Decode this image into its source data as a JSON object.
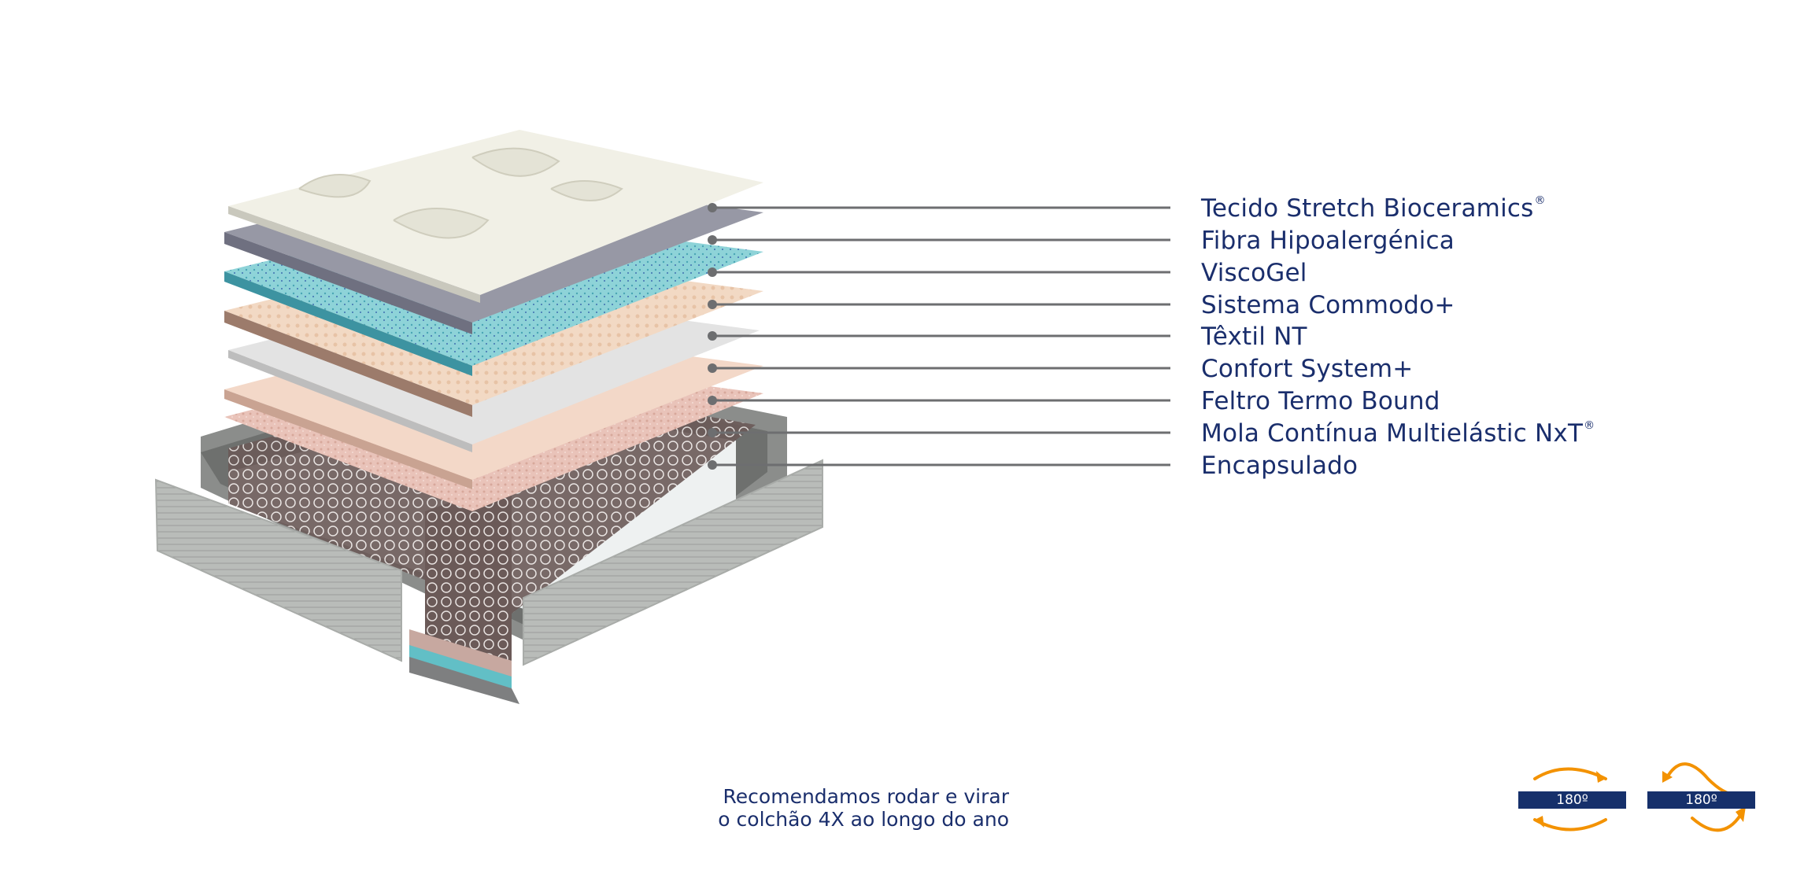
{
  "colors": {
    "label_text": "#1a2e6c",
    "leader_line": "#6d6e70",
    "rotation_tag": "#16306b",
    "rotation_arrow": "#f39200"
  },
  "layers": [
    {
      "name": "Tecido Stretch Bioceramics",
      "mark": "®"
    },
    {
      "name": "Fibra Hipoalergénica",
      "mark": ""
    },
    {
      "name": "ViscoGel",
      "mark": ""
    },
    {
      "name": "Sistema Commodo+",
      "mark": ""
    },
    {
      "name": "Têxtil NT",
      "mark": ""
    },
    {
      "name": "Confort System+",
      "mark": ""
    },
    {
      "name": "Feltro Termo Bound",
      "mark": ""
    },
    {
      "name": "Mola Contínua Multielástic NxT",
      "mark": "®"
    },
    {
      "name": "Encapsulado",
      "mark": ""
    }
  ],
  "recommendation": {
    "line1": "Recomendamos rodar e virar",
    "line2": "o colchão 4X ao longo do ano"
  },
  "rotations": [
    {
      "label": "180º",
      "icon": "rotate-horizontal-icon"
    },
    {
      "label": "180º",
      "icon": "flip-vertical-icon"
    }
  ]
}
